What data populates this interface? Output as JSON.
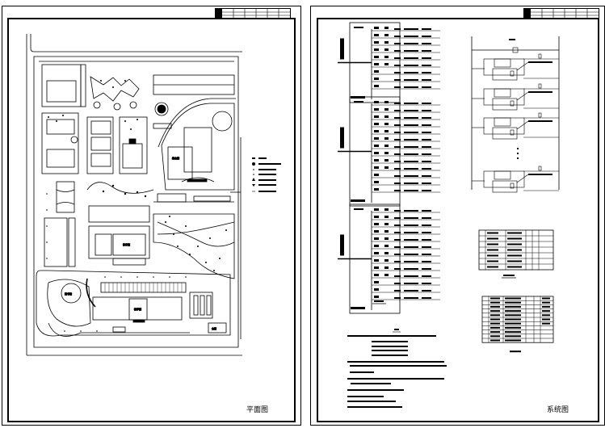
{
  "sheets": [
    {
      "id": "plan",
      "title": "平面图",
      "title_block": {
        "cells": [
          "",
          "",
          "",
          "",
          "",
          "",
          ""
        ]
      },
      "legend": {
        "items": [
          {
            "symbol": "rect",
            "label": "配电箱"
          },
          {
            "symbol": "circle-dot",
            "label": "庭院灯 壁灯"
          },
          {
            "symbol": "dot",
            "label": "草坪灯"
          },
          {
            "symbol": "triangle-small",
            "label": "投光灯"
          },
          {
            "symbol": "triangle",
            "label": "埋地灯"
          },
          {
            "symbol": "diamond",
            "label": "水下灯"
          },
          {
            "symbol": "plus",
            "label": "射灯"
          }
        ]
      },
      "building_labels": [
        "综合楼",
        "体育馆",
        "教学楼",
        "图书馆",
        "食堂",
        "宿舍"
      ]
    },
    {
      "id": "system",
      "title": "系统图",
      "title_block": {
        "cells": [
          "",
          "",
          "",
          "",
          "",
          "",
          ""
        ]
      },
      "panels": [
        {
          "name": "AL1",
          "circuits": 9
        },
        {
          "name": "AL2",
          "circuits": 13
        },
        {
          "name": "AL3",
          "circuits": 13
        }
      ],
      "control_diagram": {
        "caption": "控制原理图",
        "rows": 4
      },
      "equipment_table": {
        "caption": "主要设备表",
        "rows": 6,
        "header": [
          "序号",
          "名称",
          "型号规格",
          "单位",
          "数量",
          "备注"
        ]
      },
      "material_table": {
        "caption": "材料表",
        "rows": 10
      },
      "notes": {
        "heading": "说明",
        "lines": 9
      }
    }
  ]
}
